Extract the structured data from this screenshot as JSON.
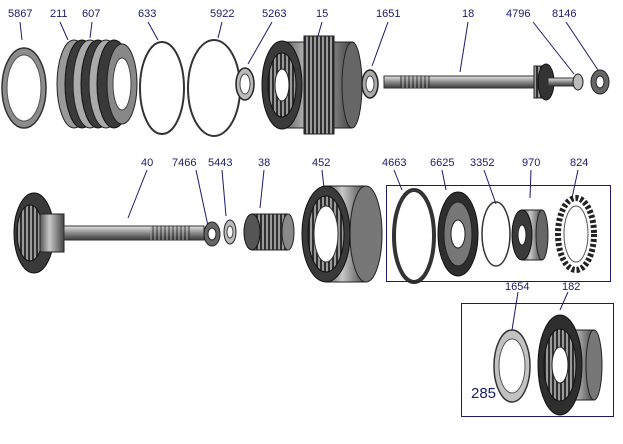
{
  "diagram": {
    "labels": {
      "p5867": "5867",
      "p211": "211",
      "p607": "607",
      "p633": "633",
      "p5922": "5922",
      "p5263": "5263",
      "p15": "15",
      "p1651": "1651",
      "p18": "18",
      "p4796": "4796",
      "p8146": "8146",
      "p40": "40",
      "p7466": "7466",
      "p5443": "5443",
      "p38": "38",
      "p452": "452",
      "p4663": "4663",
      "p6625": "6625",
      "p3352": "3352",
      "p970": "970",
      "p824": "824",
      "p1654": "1654",
      "p182": "182"
    },
    "group_number": "285"
  },
  "colors": {
    "label": "#1a1a6e",
    "line": "#1a1a6e",
    "metal_dark": "#2b2b2b",
    "metal_mid": "#6f6f6f",
    "metal_light": "#b5b5b5"
  }
}
